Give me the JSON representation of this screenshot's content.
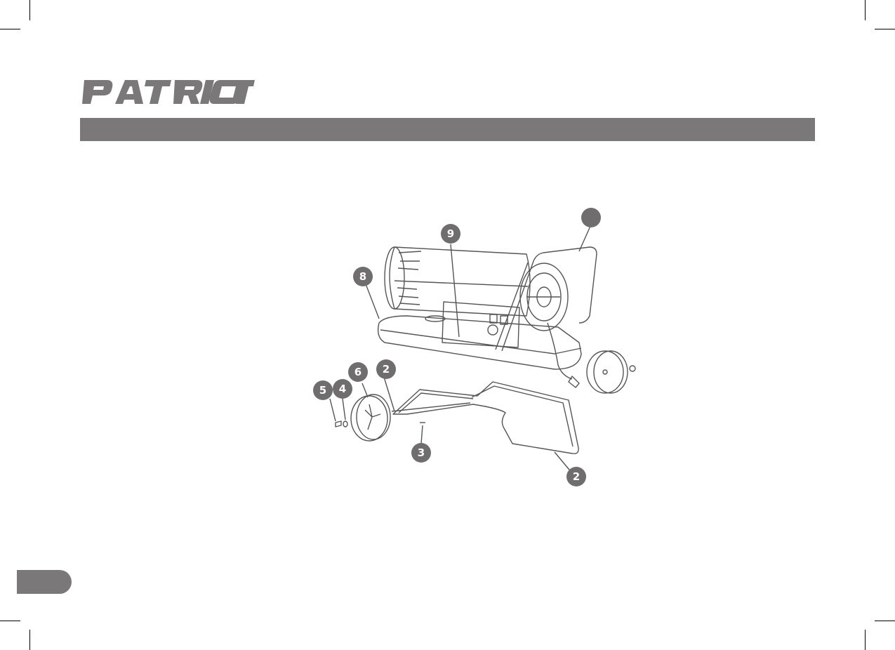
{
  "brand": {
    "logo_text": "PATRIOT"
  },
  "colors": {
    "header_bar": "#7a7878",
    "callout_fill": "#6f6d6d",
    "line_art": "#555555"
  },
  "figure": {
    "callouts": {
      "c9": "9",
      "c8": "8",
      "c6": "6",
      "c2_axle": "2",
      "c5": "5",
      "c4": "4",
      "c3": "3",
      "c2_frame": "2",
      "c_top_right": ""
    }
  },
  "page_tab": {
    "number": ""
  }
}
